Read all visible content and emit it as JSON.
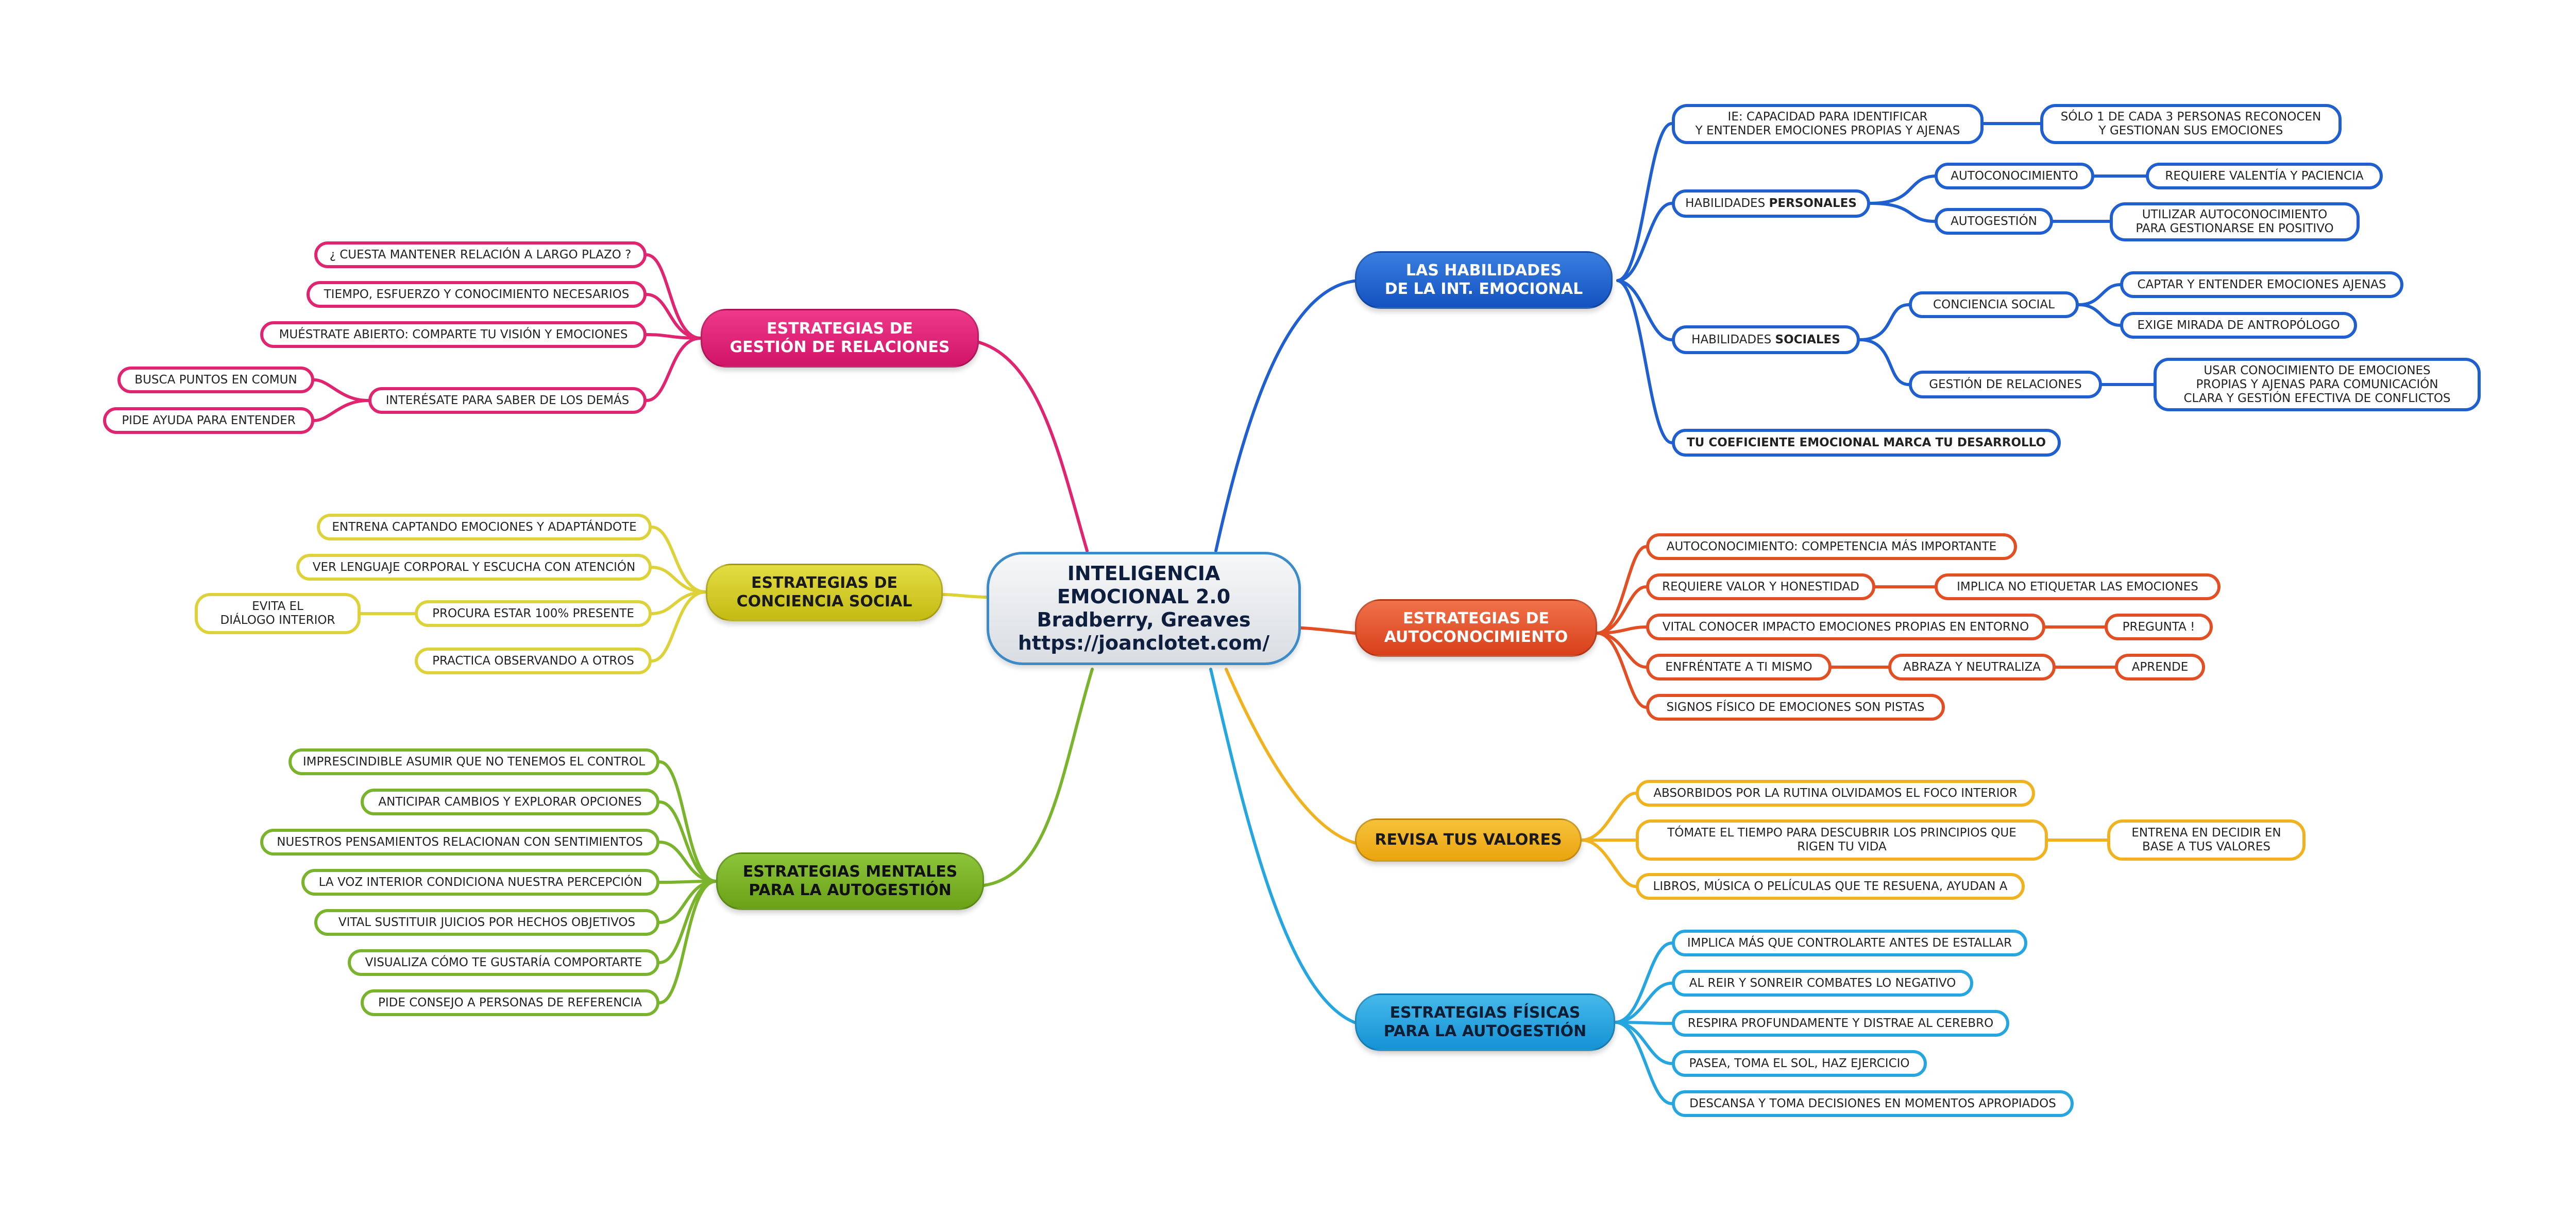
{
  "central": {
    "text": "INTELIGENCIA\nEMOCIONAL 2.0\nBradberry, Greaves\nhttps://joanclotet.com/"
  },
  "colors": {
    "blue": "#1f5fd0",
    "orange": "#e24f24",
    "yellow": "#f0b21f",
    "cyan": "#25a6e0",
    "pink": "#e0246f",
    "olive": "#ded23a",
    "green": "#7ab32c"
  },
  "habilidades": {
    "title": "LAS HABILIDADES\nDE LA INT. EMOCIONAL",
    "ie": "IE: CAPACIDAD PARA IDENTIFICAR\nY ENTENDER EMOCIONES PROPIAS Y AJENAS",
    "ie_sub": "SÓLO 1 DE CADA 3 PERSONAS RECONOCEN\nY GESTIONAN SUS EMOCIONES",
    "personales_prefix": "HABILIDADES ",
    "personales_bold": "PERSONALES",
    "autoconocimiento": "AUTOCONOCIMIENTO",
    "autoconocimiento_sub": "REQUIERE VALENTÍA Y PACIENCIA",
    "autogestion": "AUTOGESTIÓN",
    "autogestion_sub": "UTILIZAR AUTOCONOCIMIENTO\nPARA GESTIONARSE EN POSITIVO",
    "sociales_prefix": "HABILIDADES ",
    "sociales_bold": "SOCIALES",
    "conciencia": "CONCIENCIA SOCIAL",
    "conciencia_sub1": "CAPTAR Y ENTENDER EMOCIONES AJENAS",
    "conciencia_sub2": "EXIGE MIRADA DE ANTROPÓLOGO",
    "gestion": "GESTIÓN DE RELACIONES",
    "gestion_sub": "USAR CONOCIMIENTO DE EMOCIONES\nPROPIAS Y AJENAS PARA COMUNICACIÓN\nCLARA Y GESTIÓN EFECTIVA DE CONFLICTOS",
    "coeficiente": "TU COEFICIENTE EMOCIONAL MARCA TU DESARROLLO"
  },
  "autoconocimiento": {
    "title": "ESTRATEGIAS DE\nAUTOCONOCIMIENTO",
    "items": [
      "AUTOCONOCIMIENTO: COMPETENCIA MÁS IMPORTANTE",
      "REQUIERE VALOR Y HONESTIDAD",
      "VITAL CONOCER IMPACTO EMOCIONES PROPIAS EN ENTORNO",
      "ENFRÉNTATE A TI MISMO",
      "SIGNOS FÍSICO DE EMOCIONES SON PISTAS"
    ],
    "etiquetar": "IMPLICA NO ETIQUETAR LAS EMOCIONES",
    "pregunta": "PREGUNTA !",
    "abraza": "ABRAZA Y NEUTRALIZA",
    "aprende": "APRENDE"
  },
  "valores": {
    "title": "REVISA TUS VALORES",
    "items": [
      "ABSORBIDOS POR LA RUTINA OLVIDAMOS EL FOCO INTERIOR",
      "TÓMATE EL TIEMPO PARA DESCUBRIR LOS PRINCIPIOS QUE\nRIGEN TU VIDA",
      "LIBROS, MÚSICA O PELÍCULAS QUE TE RESUENA, AYUDAN A"
    ],
    "entrena": "ENTRENA EN DECIDIR EN\nBASE A TUS VALORES"
  },
  "fisicas": {
    "title": "ESTRATEGIAS FÍSICAS\nPARA LA AUTOGESTIÓN",
    "items": [
      "IMPLICA MÁS QUE CONTROLARTE ANTES DE ESTALLAR",
      "AL REIR Y SONREIR COMBATES LO NEGATIVO",
      "RESPIRA PROFUNDAMENTE Y DISTRAE AL CEREBRO",
      "PASEA, TOMA EL SOL, HAZ EJERCICIO",
      "DESCANSA Y TOMA DECISIONES EN MOMENTOS APROPIADOS"
    ]
  },
  "relaciones": {
    "title": "ESTRATEGIAS DE\nGESTIÓN DE RELACIONES",
    "items": [
      "¿ CUESTA MANTENER RELACIÓN A LARGO PLAZO ?",
      "TIEMPO, ESFUERZO Y CONOCIMIENTO NECESARIOS",
      "MUÉSTRATE ABIERTO: COMPARTE TU VISIÓN Y EMOCIONES",
      "INTERÉSATE PARA SABER DE LOS DEMÁS"
    ],
    "busca": "BUSCA PUNTOS EN COMUN",
    "pide": "PIDE AYUDA PARA ENTENDER"
  },
  "conciencia": {
    "title": "ESTRATEGIAS DE\nCONCIENCIA SOCIAL",
    "items": [
      "ENTRENA CAPTANDO EMOCIONES Y ADAPTÁNDOTE",
      "VER LENGUAJE CORPORAL Y ESCUCHA CON ATENCIÓN",
      "PROCURA ESTAR 100% PRESENTE",
      "PRACTICA OBSERVANDO A OTROS"
    ],
    "evita": "EVITA EL\nDIÁLOGO INTERIOR"
  },
  "mentales": {
    "title": "ESTRATEGIAS MENTALES\nPARA LA AUTOGESTIÓN",
    "items": [
      "IMPRESCINDIBLE ASUMIR QUE NO TENEMOS EL CONTROL",
      "ANTICIPAR CAMBIOS Y EXPLORAR OPCIONES",
      "NUESTROS PENSAMIENTOS RELACIONAN CON SENTIMIENTOS",
      "LA VOZ INTERIOR CONDICIONA NUESTRA PERCEPCIÓN",
      "VITAL SUSTITUIR JUICIOS POR HECHOS OBJETIVOS",
      "VISUALIZA CÓMO TE GUSTARÍA COMPORTARTE",
      "PIDE CONSEJO A PERSONAS DE REFERENCIA"
    ]
  }
}
